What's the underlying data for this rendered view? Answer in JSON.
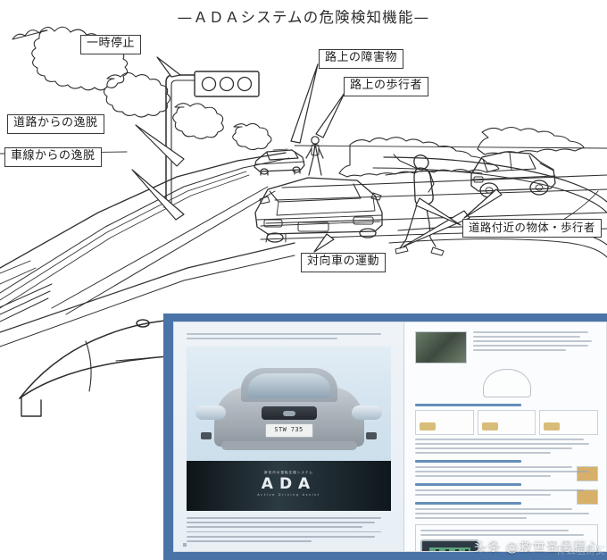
{
  "title": "—ＡＤＡシステムの危険検知機能—",
  "callouts": [
    {
      "id": "stop",
      "label": "一時停止"
    },
    {
      "id": "roaddev",
      "label": "道路からの逸脱"
    },
    {
      "id": "lanedev",
      "label": "車線からの逸脱"
    },
    {
      "id": "obstacle",
      "label": "路上の障害物"
    },
    {
      "id": "pedestrian",
      "label": "路上の歩行者"
    },
    {
      "id": "oncoming",
      "label": "対向車の運動"
    },
    {
      "id": "nearroad",
      "label": "道路付近の物体・歩行者"
    }
  ],
  "scene": {
    "traffic_light_lamps": 3,
    "vehicles": [
      "ego-car-hood",
      "lead-car",
      "oncoming-car",
      "hatchback-car"
    ],
    "pedestrians": [
      "roadside-pedestrian",
      "crossing-pedestrian"
    ]
  },
  "brochure": {
    "frame_color": "#4a74a8",
    "page_background": "#f4f6f8",
    "left_page": {
      "headline_lines": [
        "",
        ""
      ],
      "hero": {
        "vehicle": "subaru-legacy-front",
        "plate_text": "STW 735",
        "body_color": "#a9b2ba"
      },
      "ada_band": {
        "kicker": "新世代の運転支援システム",
        "word": "ADA",
        "subtitle": "Active Driving Assist"
      }
    },
    "right_page": {
      "sections": [
        "",
        "",
        "",
        "",
        ""
      ]
    }
  },
  "watermark": {
    "text": "头条 @救世圣母程心",
    "mark": "什么值得买"
  }
}
